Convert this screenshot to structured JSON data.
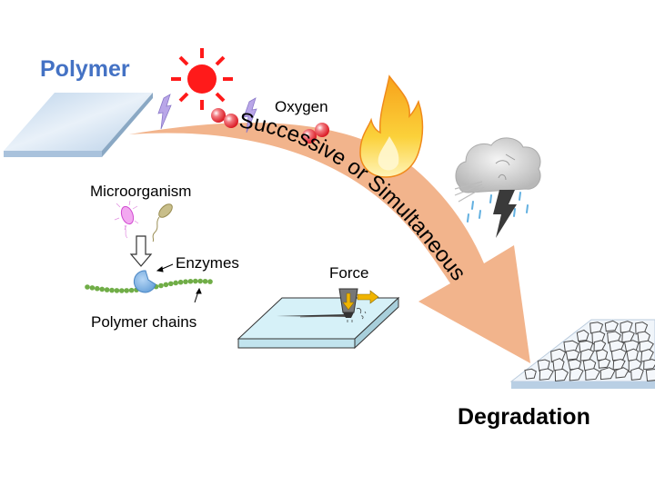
{
  "diagram": {
    "title_left": "Polymer",
    "title_right": "Degradation",
    "arrow_text": "Successive or Simultaneous",
    "labels": {
      "oxygen": "Oxygen",
      "microorganism": "Microorganism",
      "enzymes": "Enzymes",
      "polymer_chains": "Polymer chains",
      "force": "Force"
    },
    "icons": {
      "sun": "sun-icon",
      "uv_bolts": "lightning-icon",
      "oxygen_molecule": "oxygen-molecule-icon",
      "fire": "fire-icon",
      "storm": "storm-cloud-icon",
      "microbes": "bacteria-icon",
      "enzyme": "enzyme-icon",
      "force_tool": "scratch-tip-icon"
    },
    "colors": {
      "polymer_title": "#4472c4",
      "arrow": "#f2b48c",
      "sun": "#ff1a1a",
      "oxygen": "#e8333a",
      "bolt": "#b9a6e8",
      "chain": "#70ad47",
      "enzyme": "#7fb3e6",
      "force_arrow": "#f0b400"
    }
  }
}
